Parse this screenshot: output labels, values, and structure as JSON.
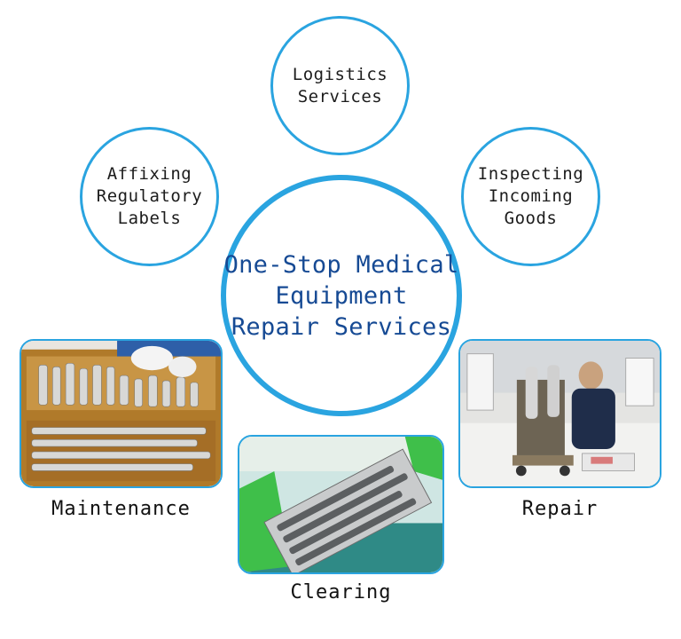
{
  "center": {
    "lines": [
      "One-Stop Medical",
      "Equipment",
      "Repair Services"
    ]
  },
  "services": {
    "logistics": [
      "Logistics",
      "Services"
    ],
    "labels": [
      "Affixing",
      "Regulatory",
      "Labels"
    ],
    "inspecting": [
      "Inspecting",
      "Incoming",
      "Goods"
    ]
  },
  "photos": {
    "maintenance": {
      "caption": "Maintenance",
      "image": "surgical instruments in tray"
    },
    "clearing": {
      "caption": "Clearing",
      "image": "instrument basket in cleaning bath"
    },
    "repair": {
      "caption": "Repair",
      "image": "technician repairing equipment"
    }
  },
  "colors": {
    "accent": "#2aa4e0",
    "title": "#164a94",
    "text": "#1c1c1c"
  }
}
